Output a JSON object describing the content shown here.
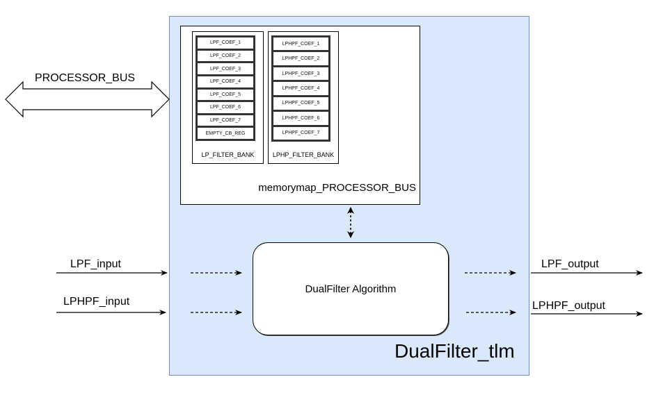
{
  "processor_bus": {
    "label": "PROCESSOR_BUS"
  },
  "module": {
    "label": "DualFilter_tlm",
    "fill_color": "#dae8fc",
    "border_color": "#6c8ebf"
  },
  "memory_map": {
    "label": "memorymap_PROCESSOR_BUS",
    "banks": [
      {
        "label": "LP_FILTER_BANK",
        "registers": [
          "LPF_COEF_1",
          "LPF_COEF_2",
          "LPF_COEF_3",
          "LPF_COEF_4",
          "LPF_COEF_5",
          "LPF_COEF_6",
          "LPF_COEF_7",
          "EMPTY_CB_REG"
        ]
      },
      {
        "label": "LPHP_FILTER_BANK",
        "registers": [
          "LPHPF_COEF_1",
          "LPHPF_COEF_2",
          "LPHPF_COEF_3",
          "LPHPF_COEF_4",
          "LPHPF_COEF_5",
          "LPHPF_COEF_6",
          "LPHPF_COEF_7"
        ]
      }
    ]
  },
  "algorithm": {
    "label": "DualFilter Algorithm"
  },
  "inputs": [
    {
      "label": "LPF_input"
    },
    {
      "label": "LPHPF_input"
    }
  ],
  "outputs": [
    {
      "label": "LPF_output"
    },
    {
      "label": "LPHPF_output"
    }
  ]
}
